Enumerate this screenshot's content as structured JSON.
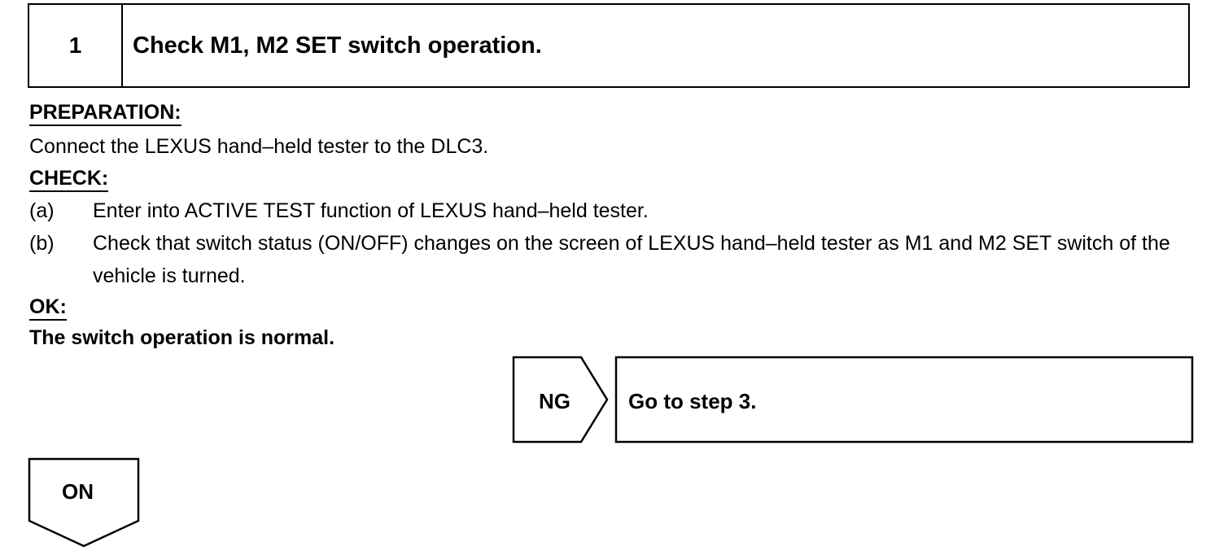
{
  "step": {
    "number": "1",
    "title": "Check M1, M2 SET switch operation."
  },
  "preparation": {
    "heading": "PREPARATION:",
    "text": "Connect the LEXUS hand–held tester to the DLC3."
  },
  "check": {
    "heading": "CHECK:",
    "items": [
      {
        "label": "(a)",
        "text": "Enter into ACTIVE TEST function of LEXUS hand–held tester."
      },
      {
        "label": "(b)",
        "text": "Check that switch status (ON/OFF) changes on the screen of LEXUS hand–held tester as M1 and M2 SET switch of the vehicle is turned."
      }
    ]
  },
  "ok": {
    "heading": "OK:",
    "text": "The switch operation is normal."
  },
  "ng_branch": {
    "label": "NG",
    "action": "Go to step 3."
  },
  "ok_branch": {
    "label": "ON"
  }
}
